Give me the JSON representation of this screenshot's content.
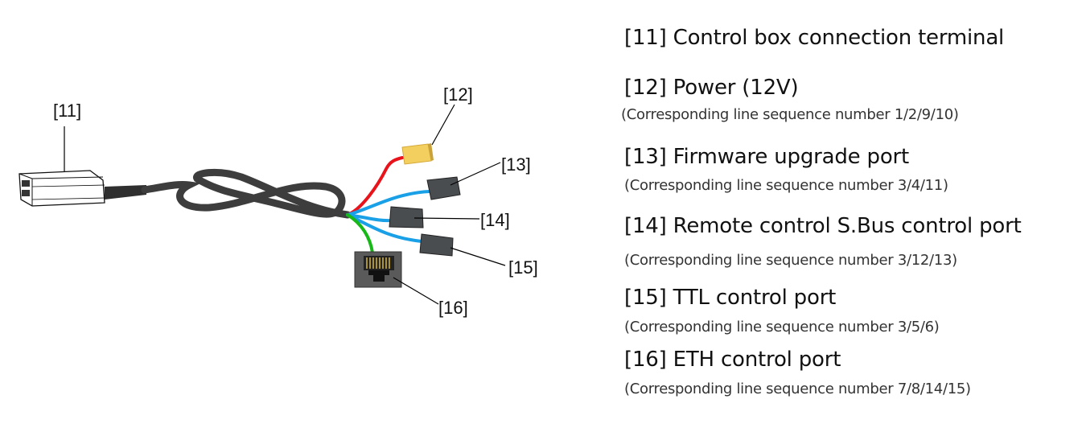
{
  "diagram": {
    "callouts": [
      "[11]",
      "[12]",
      "[13]",
      "[14]",
      "[15]",
      "[16]"
    ],
    "wire_colors": {
      "power": "#e8131b",
      "firmware": "#1aa0e6",
      "sbus": "#1aa0e6",
      "ttl": "#1aa0e6",
      "eth": "#19b819",
      "cable": "#3d3d3d",
      "power_connector": "#f2cf5e",
      "port_connector": "#4a4d50"
    }
  },
  "legend": {
    "items": [
      {
        "id": "11",
        "title": "[11] Control box connection terminal",
        "detail": ""
      },
      {
        "id": "12",
        "title": "[12] Power (12V)",
        "detail": "(Corresponding line sequence number 1/2/9/10)"
      },
      {
        "id": "13",
        "title": "[13] Firmware upgrade port",
        "detail": "(Corresponding line sequence number 3/4/11)"
      },
      {
        "id": "14",
        "title": "[14] Remote control S.Bus control port",
        "detail": "(Corresponding line sequence number 3/12/13)"
      },
      {
        "id": "15",
        "title": "[15] TTL control port",
        "detail": "(Corresponding line sequence number 3/5/6)"
      },
      {
        "id": "16",
        "title": "[16] ETH control port",
        "detail": "(Corresponding line sequence number 7/8/14/15)"
      }
    ]
  }
}
